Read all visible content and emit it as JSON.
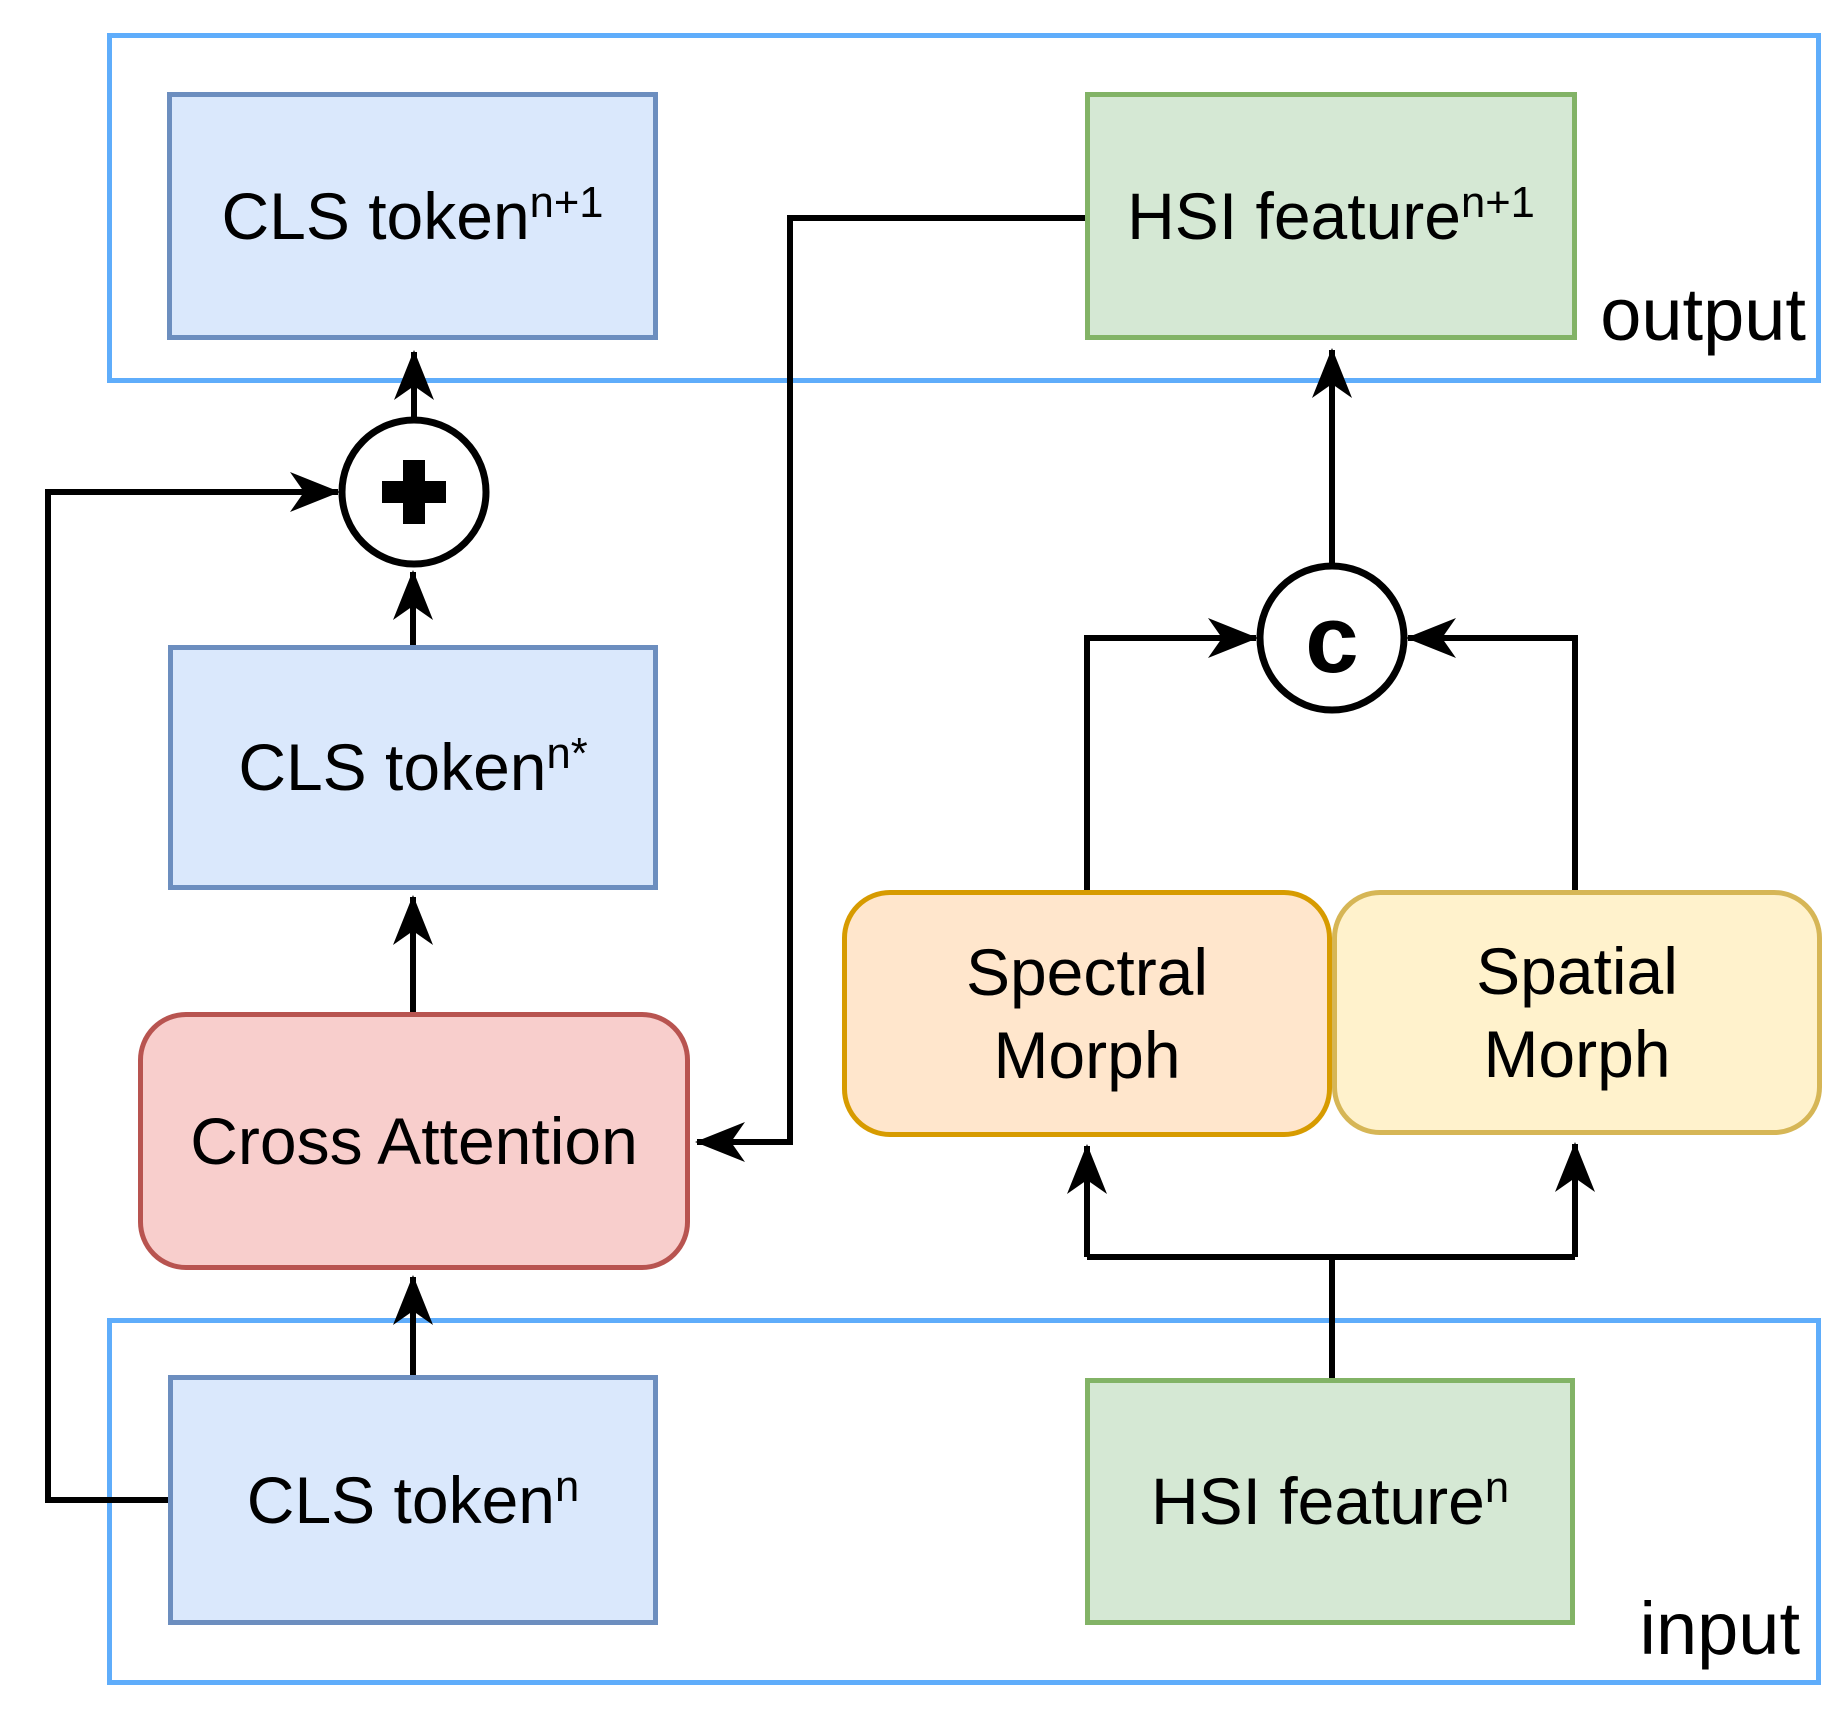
{
  "containers": {
    "output": {
      "label": "output"
    },
    "input": {
      "label": "input"
    }
  },
  "nodes": {
    "cls_token_next": {
      "base": "CLS token",
      "sup": "n+1"
    },
    "hsi_feature_next": {
      "base": "HSI feature",
      "sup": "n+1"
    },
    "cls_token_star": {
      "base": "CLS token",
      "sup": "n*"
    },
    "cross_attention": {
      "label": "Cross Attention"
    },
    "spectral_morph": {
      "line1": "Spectral",
      "line2": "Morph"
    },
    "spatial_morph": {
      "line1": "Spatial",
      "line2": "Morph"
    },
    "cls_token_in": {
      "base": "CLS token",
      "sup": "n"
    },
    "hsi_feature_in": {
      "base": "HSI feature",
      "sup": "n"
    }
  },
  "operators": {
    "add": "+",
    "concat": "c"
  },
  "colors": {
    "blue_fill": "#DAE8FC",
    "blue_stroke": "#6C8EBF",
    "green_fill": "#D5E8D4",
    "green_stroke": "#82B366",
    "red_fill": "#F8CECC",
    "red_stroke": "#B85450",
    "orange_fill": "#FFE6CC",
    "orange_stroke": "#D79B00",
    "yellow_fill": "#FFF2CC",
    "yellow_stroke": "#D6B656",
    "container_stroke": "#5FADFB",
    "wire": "#000000"
  }
}
